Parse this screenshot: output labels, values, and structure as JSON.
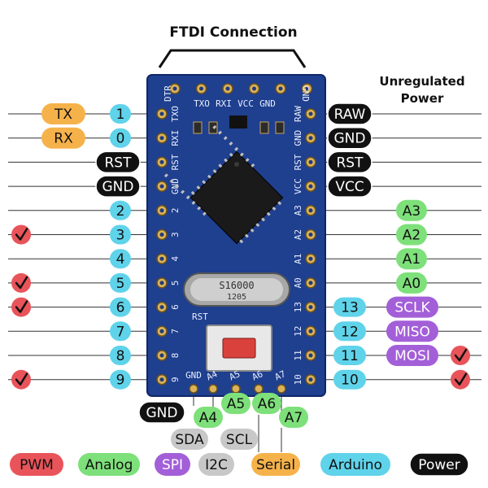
{
  "title": "FTDI Connection",
  "unregulated_power": [
    "Unregulated",
    "Power"
  ],
  "colors": {
    "pwm": "#e8545a",
    "analog": "#7ee07a",
    "spi": "#a35fd8",
    "i2c": "#c8c8c8",
    "serial": "#f6b24a",
    "arduino": "#5fd3ea",
    "power": "#111111",
    "board": "#1f3f8f",
    "check": "#e8545a"
  },
  "left_pins": [
    {
      "num": "1",
      "func": "TX",
      "func_type": "serial",
      "pwm": false
    },
    {
      "num": "0",
      "func": "RX",
      "func_type": "serial",
      "pwm": false
    },
    {
      "num": "",
      "func": "RST",
      "func_type": "power",
      "pwm": false
    },
    {
      "num": "",
      "func": "GND",
      "func_type": "power",
      "pwm": false
    },
    {
      "num": "2",
      "func": "",
      "func_type": "",
      "pwm": false
    },
    {
      "num": "3",
      "func": "",
      "func_type": "",
      "pwm": true
    },
    {
      "num": "4",
      "func": "",
      "func_type": "",
      "pwm": false
    },
    {
      "num": "5",
      "func": "",
      "func_type": "",
      "pwm": true
    },
    {
      "num": "6",
      "func": "",
      "func_type": "",
      "pwm": true
    },
    {
      "num": "7",
      "func": "",
      "func_type": "",
      "pwm": false
    },
    {
      "num": "8",
      "func": "",
      "func_type": "",
      "pwm": false
    },
    {
      "num": "9",
      "func": "",
      "func_type": "",
      "pwm": true
    }
  ],
  "right_pins": [
    {
      "num": "",
      "label": "RAW",
      "label_type": "power",
      "pwm": false
    },
    {
      "num": "",
      "label": "GND",
      "label_type": "power",
      "pwm": false
    },
    {
      "num": "",
      "label": "RST",
      "label_type": "power",
      "pwm": false
    },
    {
      "num": "",
      "label": "VCC",
      "label_type": "power",
      "pwm": false
    },
    {
      "num": "",
      "label": "A3",
      "label_type": "analog",
      "pwm": false
    },
    {
      "num": "",
      "label": "A2",
      "label_type": "analog",
      "pwm": false
    },
    {
      "num": "",
      "label": "A1",
      "label_type": "analog",
      "pwm": false
    },
    {
      "num": "",
      "label": "A0",
      "label_type": "analog",
      "pwm": false
    },
    {
      "num": "13",
      "label": "SCLK",
      "label_type": "spi",
      "pwm": false
    },
    {
      "num": "12",
      "label": "MISO",
      "label_type": "spi",
      "pwm": false
    },
    {
      "num": "11",
      "label": "MOSI",
      "label_type": "spi",
      "pwm": true
    },
    {
      "num": "10",
      "label": "",
      "label_type": "",
      "pwm": true
    }
  ],
  "bottom_pins": [
    {
      "label": "GND",
      "type": "power"
    },
    {
      "label": "A4",
      "type": "analog",
      "sub": "SDA",
      "sub_type": "i2c"
    },
    {
      "label": "A5",
      "type": "analog",
      "sub": "SCL",
      "sub_type": "i2c"
    },
    {
      "label": "A6",
      "type": "analog"
    },
    {
      "label": "A7",
      "type": "analog"
    }
  ],
  "board": {
    "top_pins": [
      "DTR",
      "TXO",
      "RXI",
      "VCC",
      "GND",
      "GND"
    ],
    "left_labels": [
      "TXO",
      "RXI",
      "RST",
      "GND",
      "2",
      "3",
      "4",
      "5",
      "6",
      "7",
      "8",
      "9"
    ],
    "right_labels": [
      "RAW",
      "GND",
      "RST",
      "VCC",
      "A3",
      "A2",
      "A1",
      "A0",
      "13",
      "12",
      "11",
      "10"
    ],
    "bottom_labels": [
      "GND",
      "A4",
      "A5",
      "A6",
      "A7"
    ],
    "crystal_text": [
      "S16000",
      "1205"
    ],
    "reset_label": "RST"
  },
  "legend": [
    {
      "label": "PWM",
      "type": "pwm"
    },
    {
      "label": "Analog",
      "type": "analog"
    },
    {
      "label": "SPI",
      "type": "spi"
    },
    {
      "label": "I2C",
      "type": "i2c"
    },
    {
      "label": "Serial",
      "type": "serial"
    },
    {
      "label": "Arduino",
      "type": "arduino"
    },
    {
      "label": "Power",
      "type": "power"
    }
  ]
}
